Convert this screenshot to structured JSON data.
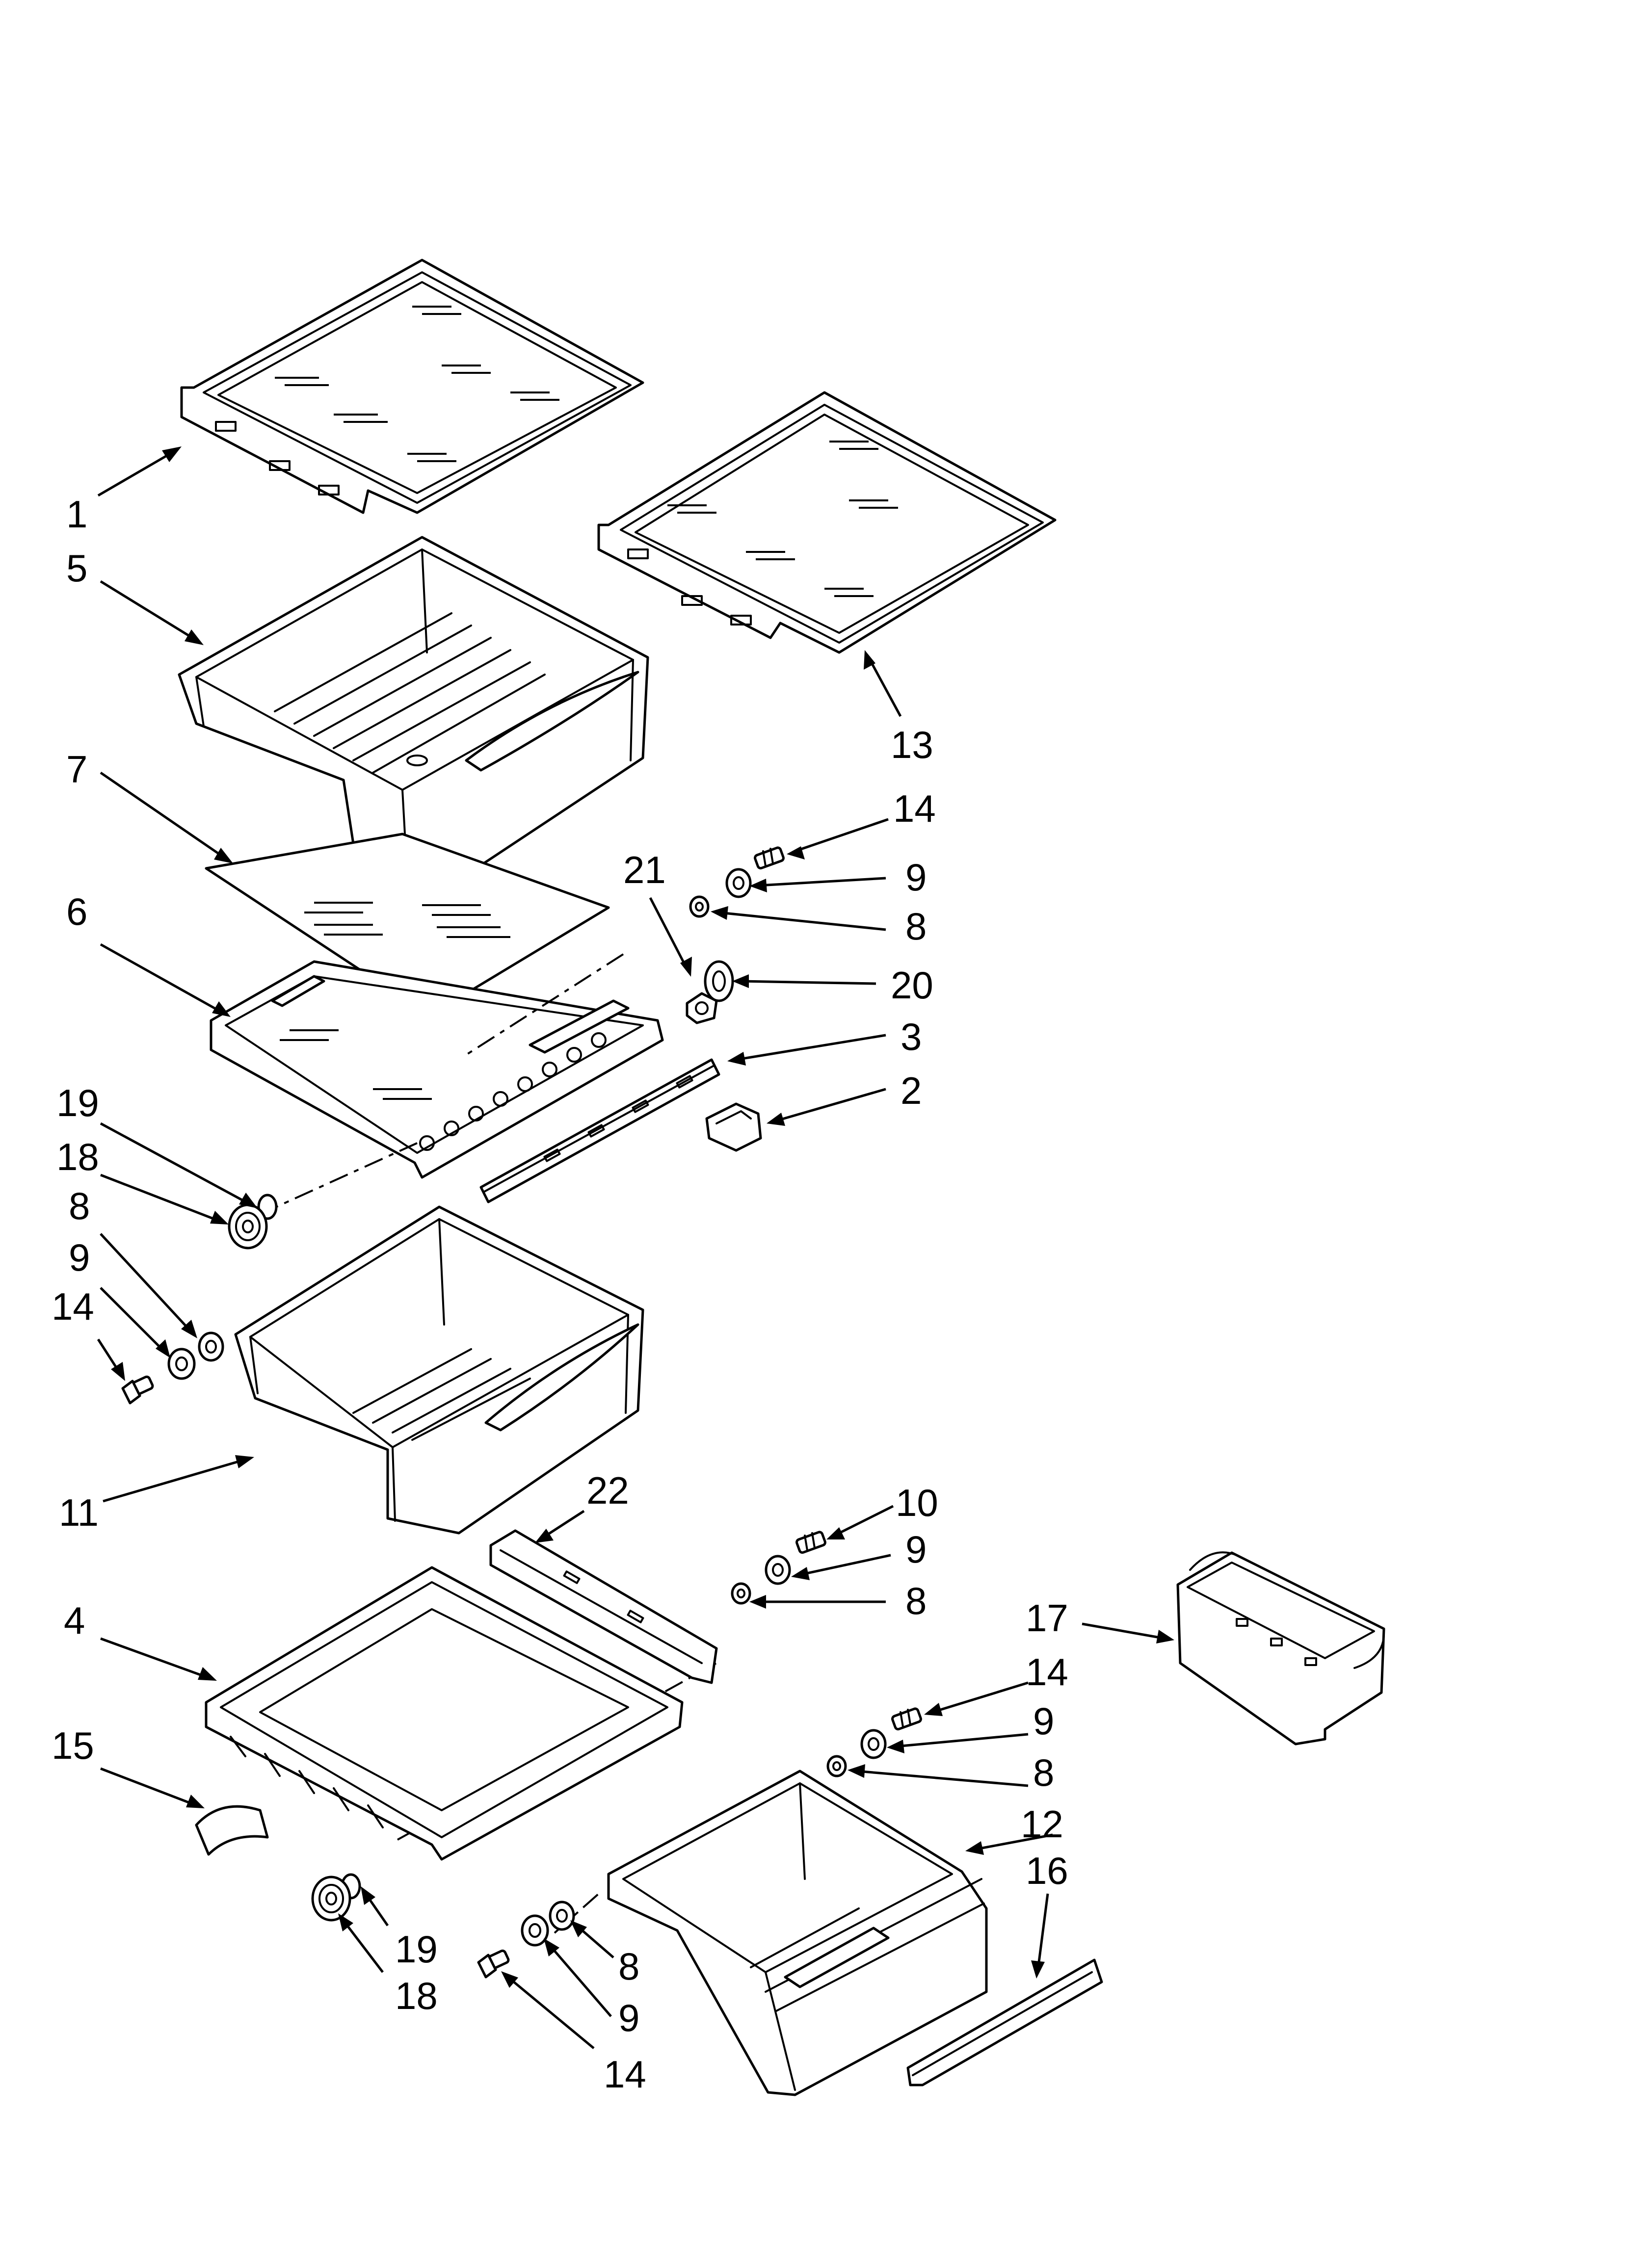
{
  "diagram": {
    "type": "exploded-parts-view",
    "callouts": [
      {
        "id": "c1",
        "label": "1"
      },
      {
        "id": "c5",
        "label": "5"
      },
      {
        "id": "c13",
        "label": "13"
      },
      {
        "id": "c7",
        "label": "7"
      },
      {
        "id": "c14a",
        "label": "14"
      },
      {
        "id": "c21",
        "label": "21"
      },
      {
        "id": "c9a",
        "label": "9"
      },
      {
        "id": "c6",
        "label": "6"
      },
      {
        "id": "c8a",
        "label": "8"
      },
      {
        "id": "c20",
        "label": "20"
      },
      {
        "id": "c3",
        "label": "3"
      },
      {
        "id": "c19a",
        "label": "19"
      },
      {
        "id": "c2",
        "label": "2"
      },
      {
        "id": "c18a",
        "label": "18"
      },
      {
        "id": "c8b",
        "label": "8"
      },
      {
        "id": "c9b",
        "label": "9"
      },
      {
        "id": "c14b",
        "label": "14"
      },
      {
        "id": "c10",
        "label": "10"
      },
      {
        "id": "c11",
        "label": "11"
      },
      {
        "id": "c22",
        "label": "22"
      },
      {
        "id": "c9c",
        "label": "9"
      },
      {
        "id": "c4",
        "label": "4"
      },
      {
        "id": "c8c",
        "label": "8"
      },
      {
        "id": "c17",
        "label": "17"
      },
      {
        "id": "c14c",
        "label": "14"
      },
      {
        "id": "c15",
        "label": "15"
      },
      {
        "id": "c9d",
        "label": "9"
      },
      {
        "id": "c8d",
        "label": "8"
      },
      {
        "id": "c12",
        "label": "12"
      },
      {
        "id": "c16",
        "label": "16"
      },
      {
        "id": "c19b",
        "label": "19"
      },
      {
        "id": "c8e",
        "label": "8"
      },
      {
        "id": "c18b",
        "label": "18"
      },
      {
        "id": "c9e",
        "label": "9"
      },
      {
        "id": "c14d",
        "label": "14"
      }
    ]
  }
}
